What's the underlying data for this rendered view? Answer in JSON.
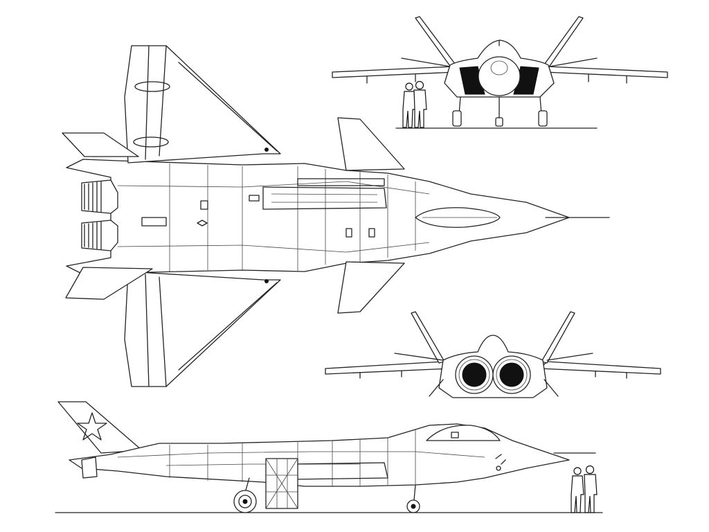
{
  "drawing": {
    "views": [
      "top-view",
      "front-view",
      "rear-view",
      "side-view"
    ],
    "icons": [
      "star-roundel-icon",
      "human-figure-icon"
    ],
    "colors": {
      "line": "#222222",
      "background": "#ffffff",
      "dark_fill": "#111111"
    }
  },
  "text": {}
}
